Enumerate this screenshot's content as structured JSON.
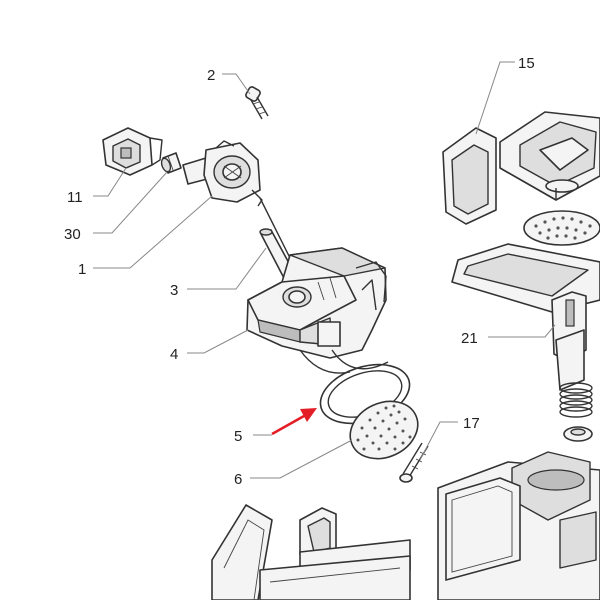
{
  "callouts": {
    "c2": "2",
    "c11": "11",
    "c30": "30",
    "c1": "1",
    "c3": "3",
    "c4": "4",
    "c5": "5",
    "c6": "6",
    "c15": "15",
    "c21": "21",
    "c17": "17"
  },
  "colors": {
    "arrow": "#e41e26",
    "line": "#333333",
    "leader": "#888888"
  },
  "icons": {
    "pointer": "red-arrow-icon"
  }
}
